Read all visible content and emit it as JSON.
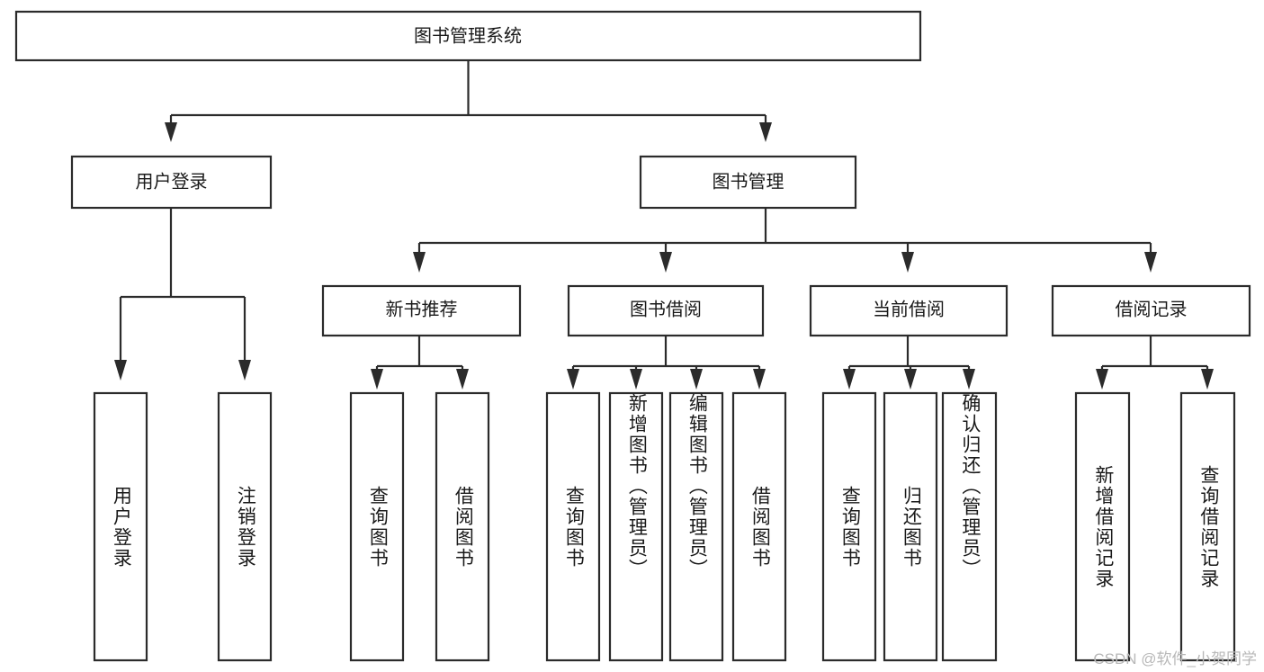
{
  "diagram": {
    "title": "图书管理系统",
    "type": "tree",
    "root": {
      "id": "root",
      "label": "图书管理系统",
      "level": 0
    },
    "level2": [
      {
        "id": "user-login",
        "label": "用户登录"
      },
      {
        "id": "book-manage",
        "label": "图书管理"
      }
    ],
    "level3": [
      {
        "id": "new-book-recommend",
        "label": "新书推荐",
        "parent": "book-manage"
      },
      {
        "id": "book-borrow",
        "label": "图书借阅",
        "parent": "book-manage"
      },
      {
        "id": "current-borrow",
        "label": "当前借阅",
        "parent": "book-manage"
      },
      {
        "id": "borrow-record",
        "label": "借阅记录",
        "parent": "book-manage"
      }
    ],
    "leaves": [
      {
        "id": "leaf-user-login",
        "label": "用户登录",
        "parent": "user-login"
      },
      {
        "id": "leaf-logout-login",
        "label": "注销登录",
        "parent": "user-login"
      },
      {
        "id": "leaf-query-book-1",
        "label": "查询图书",
        "parent": "new-book-recommend"
      },
      {
        "id": "leaf-borrow-book-1",
        "label": "借阅图书",
        "parent": "new-book-recommend"
      },
      {
        "id": "leaf-query-book-2",
        "label": "查询图书",
        "parent": "book-borrow"
      },
      {
        "id": "leaf-add-book",
        "label": "新增图书（管理员）",
        "parent": "book-borrow"
      },
      {
        "id": "leaf-edit-book",
        "label": "编辑图书（管理员）",
        "parent": "book-borrow"
      },
      {
        "id": "leaf-borrow-book-2",
        "label": "借阅图书",
        "parent": "book-borrow"
      },
      {
        "id": "leaf-query-book-3",
        "label": "查询图书",
        "parent": "current-borrow"
      },
      {
        "id": "leaf-return-book",
        "label": "归还图书",
        "parent": "current-borrow"
      },
      {
        "id": "leaf-confirm-return",
        "label": "确认归还（管理员）",
        "parent": "current-borrow"
      },
      {
        "id": "leaf-add-record",
        "label": "新增借阅记录",
        "parent": "borrow-record"
      },
      {
        "id": "leaf-query-record",
        "label": "查询借阅记录",
        "parent": "borrow-record"
      }
    ]
  },
  "watermark": {
    "text": "CSDN @软件_小贺同学"
  },
  "colors": {
    "stroke": "#2b2b2b",
    "box_fill": "#ffffff",
    "text": "#1a1a1a",
    "watermark": "#b8b8b8",
    "background": "#ffffff"
  }
}
